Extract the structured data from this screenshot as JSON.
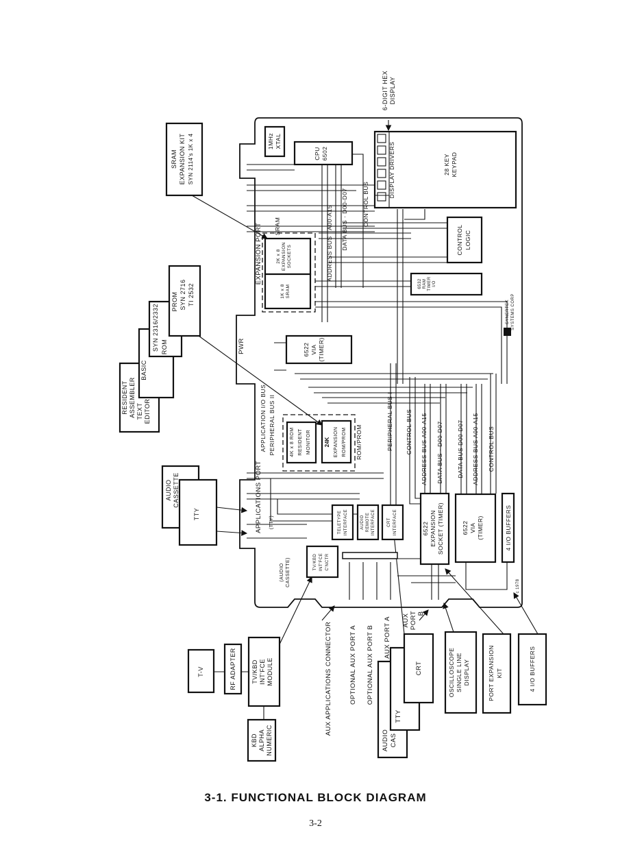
{
  "caption": {
    "title": "3-1.  FUNCTIONAL BLOCK DIAGRAM",
    "page": "3-2"
  },
  "board": {
    "xtal": [
      "1MHz",
      "XTAL"
    ],
    "cpu": [
      "CPU",
      "6502"
    ],
    "display_drivers": "DISPLAY DRIVERS",
    "keypad": [
      "28 KEY",
      "KEYPAD"
    ],
    "control_logic": [
      "CONTROL",
      "LOGIC"
    ],
    "riot": [
      "6532",
      "RAM",
      "TIMER",
      "I/O"
    ],
    "sram_group": "SRAM",
    "sram_expansion": [
      "2K x 8",
      "EXPANSION",
      "SOCKETS"
    ],
    "sram_1k": [
      "1K x 8",
      "SRAM"
    ],
    "via_top": [
      "6522",
      "VIA",
      "(TIMER)"
    ],
    "rom_group": "ROM/PROM",
    "rom_monitor": [
      "4K x 8 ROM",
      "RESIDENT",
      "MONITOR"
    ],
    "rom_expansion": [
      "24K",
      "EXPANSION",
      "ROM/PROM"
    ],
    "teletype": [
      "TELETYPE",
      "INTERFACE"
    ],
    "audio_remote": [
      "AUDIO",
      "REMOTE",
      "INTERFACE"
    ],
    "crt_interface": [
      "CRT",
      "INTERFACE"
    ],
    "via_expansion": [
      "6522",
      "EXPANSION",
      "SOCKET (TIMER)"
    ],
    "via_bottom": [
      "6522",
      "VIA",
      "(TIMER)"
    ],
    "io_buffers": "4 I/O BUFFERS",
    "tvkbd_connector": [
      "TV/KBD",
      "INT'FCE",
      "C'NCTR"
    ],
    "logo": [
      "SYNERTEK",
      "SYSTEMS CORP"
    ],
    "copyright": "c 1978",
    "labels": {
      "expansion_port": "EXPANSION PORT",
      "pwr": "PWR",
      "applications_port": "APPLICATIONS PORT",
      "audio_cassette": [
        "(AUDIO",
        "CASSETTE)"
      ],
      "tty": "(TTY)",
      "application_io_bus": "APPLICATION I/O BUS",
      "peripheral_bus_2": "PERIPHERAL BUS II",
      "peripheral_bus_1": "PERIPHERAL BUS I",
      "address_bus_top": "ADDRESS BUS · A00-A15",
      "data_bus_top": "DATA BUS · D00-D07",
      "control_bus_top": "CONTROL BUS",
      "control_bus_mid": "CONTROL BUS",
      "address_bus_mid": "ADDRESS BUS   A00-A15",
      "data_bus_mid": "DATA BUS · D00-D07",
      "data_bus_r": "DATA BUS   D00-D07",
      "address_bus_r": "ADDRESS BUS   A00-A15",
      "control_bus_r": "CONTROL BUS"
    }
  },
  "external": {
    "hex_display": [
      "6-DIGIT HEX",
      "DISPLAY"
    ],
    "sram_kit": [
      "SRAM",
      "EXPANSION KIT",
      "SYN 2114's 1K x 4"
    ],
    "prom": [
      "PROM",
      "SYN 2716",
      "TI 2532"
    ],
    "rom": [
      "SYN 2316/2332",
      "ROM"
    ],
    "basic": "BASIC",
    "assembler": [
      "RESIDENT",
      "ASSEMBLER",
      "TEXT",
      "EDITOR"
    ],
    "audio_cassette": [
      "AUDIO",
      "CASSETTE"
    ],
    "tty": "TTY",
    "tv": "T-V",
    "rf_adapter": "RF ADAPTER",
    "tvkbd_module": [
      "TV/KBD",
      "INT'FCE",
      "MODULE"
    ],
    "kbd": [
      "KBD",
      "ALPHA",
      "NUMERIC"
    ],
    "aux_connector": "AUX APPLICATIONS CONNECTOR",
    "opt_aux_a": "OPTIONAL AUX PORT A",
    "opt_aux_b": "OPTIONAL AUX PORT B",
    "aux_a": "AUX PORT A",
    "aux_b": [
      "AUX",
      "PORT",
      "B"
    ],
    "audio_cas": [
      "AUDIO",
      "CAS"
    ],
    "tty2": "TTY",
    "crt": "CRT",
    "oscilloscope": [
      "OSCILLOSCOPE",
      "SINGLE LINE",
      "DISPLAY"
    ],
    "port_expansion": [
      "PORT EXPANSION",
      "KIT"
    ],
    "io_buffers": "4 I/O BUFFERS"
  }
}
